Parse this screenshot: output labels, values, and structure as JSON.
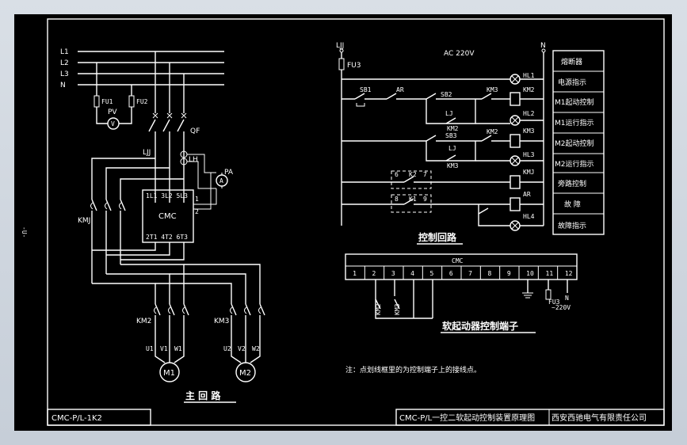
{
  "diagram": {
    "drawing_code": "CMC-P/L-1K2",
    "side_mark": "-U-",
    "main_circuit": {
      "title": "主 回 路",
      "bus_labels": [
        "L1",
        "L2",
        "L3",
        "N"
      ],
      "fuse_labels": [
        "FU1",
        "FU2"
      ],
      "voltmeter": "PV",
      "voltmeter_symbol": "V",
      "breaker": "QF",
      "current_transformer": "LH",
      "ammeter": "PA",
      "ammeter_symbol": "A",
      "line_contactor": "LJJ",
      "bypass_contactor": "KMJ",
      "soft_starter": {
        "name": "CMC",
        "input_terminals": "1L1  3L2  5L3",
        "output_terminals": "2T1  4T2  6T3",
        "side_terminals": [
          "1",
          "2"
        ]
      },
      "motor_contactors": [
        "KM2",
        "KM3"
      ],
      "motor1_terminals": [
        "U1",
        "V1",
        "W1"
      ],
      "motor2_terminals": [
        "U2",
        "V2",
        "W2"
      ],
      "motors": [
        "M1",
        "M2"
      ]
    },
    "control_circuit": {
      "title": "控制回路",
      "left_rail": "LJJ",
      "fuse": "FU3",
      "supply": "AC 220V",
      "right_rail": "N",
      "components": {
        "sb1": "SB1",
        "ar": "AR",
        "sb2": "SB2",
        "sb3": "SB3",
        "km3": "KM3",
        "km2": "KM2",
        "kmj_coil": "KMJ",
        "ar_coil": "AR",
        "lamps": [
          "HL1",
          "HL2",
          "HL3",
          "HL4"
        ],
        "k2": "K2",
        "k1": "K1",
        "lj_mark": "LJ",
        "pin_6": "6",
        "pin_7": "7",
        "pin_8": "8",
        "pin_9": "9"
      },
      "legend": [
        "熔断器",
        "电源指示",
        "M1起动控制",
        "M1运行指示",
        "M2起动控制",
        "M2运行指示",
        "旁路控制",
        "故 障",
        "故障指示"
      ]
    },
    "terminal_block": {
      "title": "软起动器控制端子",
      "header": "CMC",
      "numbers": [
        "1",
        "2",
        "3",
        "4",
        "5",
        "6",
        "7",
        "8",
        "9",
        "10",
        "11",
        "12"
      ],
      "contact_labels": [
        "KM2",
        "KM3"
      ],
      "fuse": "FU3",
      "supply": "~220V",
      "neutral": "N"
    },
    "note": "注：点划线框里的为控制端子上的接线点。",
    "title_block": "CMC-P/L一控二软起动控制装置原理图",
    "company": "西安西驰电气有限责任公司"
  }
}
